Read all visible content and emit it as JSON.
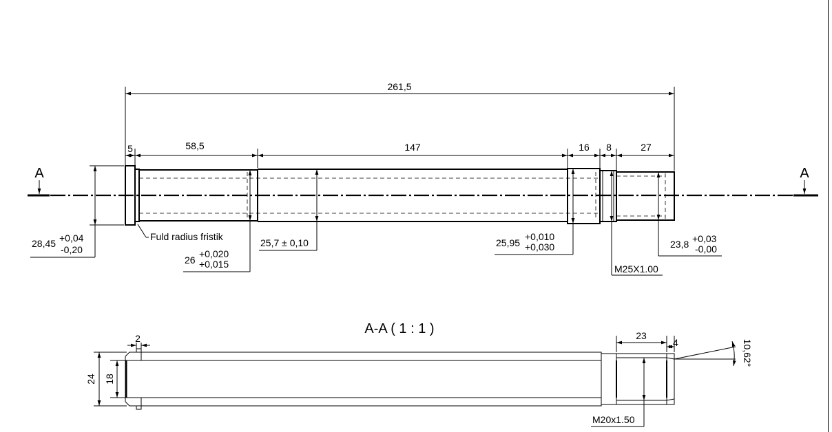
{
  "main_view": {
    "section_marker_left": "A",
    "section_marker_right": "A",
    "dims": {
      "overall": "261,5",
      "seg_5": "5",
      "seg_58_5": "58,5",
      "seg_147": "147",
      "seg_16": "16",
      "seg_8": "8",
      "seg_27": "27"
    },
    "note_radius": "Fuld radius fristik",
    "diameters": {
      "d1_value": "28,45",
      "d1_tol_upper": "+0,04",
      "d1_tol_lower": "-0,20",
      "d2_value": "26",
      "d2_tol_upper": "+0,020",
      "d2_tol_lower": "+0,015",
      "d3_label": "25,7 ± 0,10",
      "d4_value": "25,95",
      "d4_tol_upper": "+0,010",
      "d4_tol_lower": "+0,030",
      "d5_value": "23,8",
      "d5_tol_upper": "+0,03",
      "d5_tol_lower": "-0,00"
    },
    "thread": "M25X1.00"
  },
  "section_view": {
    "title": "A-A ( 1 : 1 )",
    "dims": {
      "groove": "2",
      "outer_dia": "24",
      "inner_dia": "18",
      "thread_len": "23",
      "chamfer_len": "4",
      "angle": "10,62°"
    },
    "thread": "M20x1.50"
  }
}
